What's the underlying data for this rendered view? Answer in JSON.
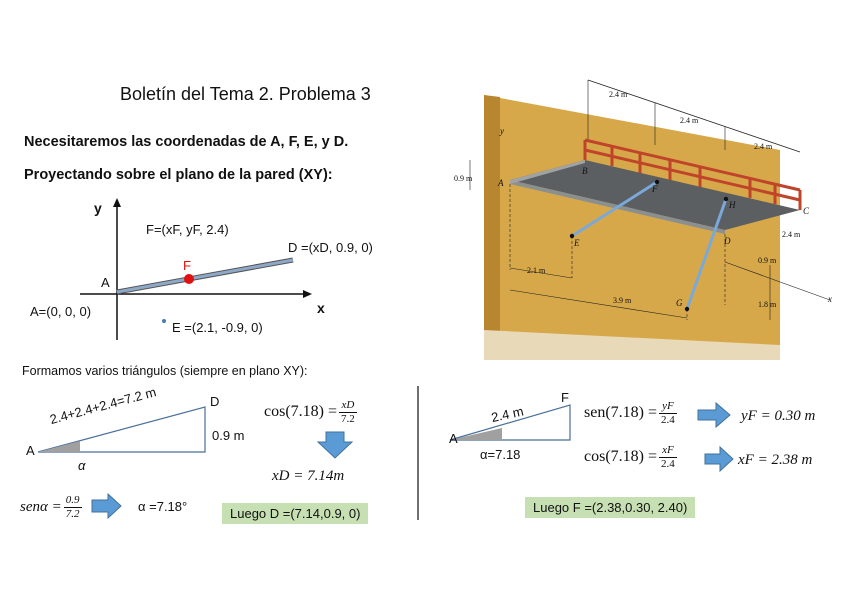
{
  "title": "Boletín del Tema 2. Problema 3",
  "intro": {
    "line1": "Necesitaremos las coordenadas de A, F, E, y D.",
    "line2": "Proyectando sobre el plano de la pared (XY):"
  },
  "xy_plot": {
    "y_axis": "y",
    "x_axis": "x",
    "point_a": "A",
    "a_coord": "A=(0, 0, 0)",
    "point_f": "F",
    "f_coord": "F=(xF, yF, 2.4)",
    "d_coord": "D =(xD, 0.9, 0)",
    "e_coord": "E =(2.1, -0.9, 0)",
    "f_color": "#e01010",
    "line_color": "#8ea9c8"
  },
  "triangles_heading": "Formamos varios triángulos (siempre en plano XY):",
  "left": {
    "hyp": "2.4+2.4+2.4=7.2 m",
    "vertex_a": "A",
    "vertex_d": "D",
    "side": "0.9 m",
    "angle": "α",
    "sin_lhs": "senα =",
    "sin_num": "0.9",
    "sin_den": "7.2",
    "alpha_result": "α =7.18°",
    "cos_lhs": "cos(7.18) =",
    "cos_num": "xD",
    "cos_den": "7.2",
    "xd_result": "xD = 7.14m",
    "result_d": "Luego D =(7.14,0.9, 0)"
  },
  "right": {
    "hyp": "2.4 m",
    "vertex_a": "A",
    "vertex_f": "F",
    "angle": "α=7.18",
    "sen_lhs": "sen(7.18) =",
    "sen_num": "yF",
    "sen_den": "2.4",
    "yf_result": "yF = 0.30 m",
    "cos_lhs": "cos(7.18) =",
    "cos_num": "xF",
    "cos_den": "2.4",
    "xf_result": "xF = 2.38 m",
    "result_f": "Luego  F =(2.38,0.30, 2.40)"
  },
  "figure": {
    "dim_top1": "2.4 m",
    "dim_top2": "2.4 m",
    "dim_top3": "2.4 m",
    "dim_09_left": "0.9 m",
    "dim_24_right": "2.4 m",
    "dim_09_right": "0.9 m",
    "dim_21": "2.1 m",
    "dim_39": "3.9 m",
    "dim_18": "1.8 m",
    "lbl_a": "A",
    "lbl_b": "B",
    "lbl_f": "F",
    "lbl_h": "H",
    "lbl_e": "E",
    "lbl_d": "D",
    "lbl_g": "G",
    "lbl_c": "C",
    "lbl_y": "y",
    "lbl_x": "x",
    "wall_color": "#d7a84a",
    "rail_color": "#c0442a",
    "deck_color": "#5b5f61"
  }
}
